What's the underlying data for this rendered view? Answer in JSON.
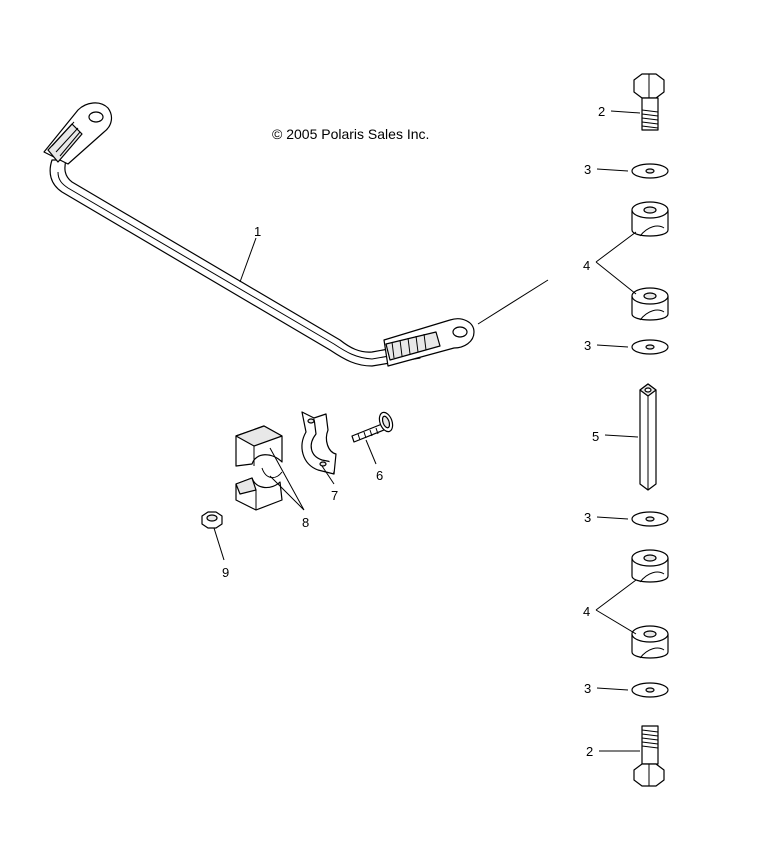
{
  "copyright": "© 2005 Polaris Sales Inc.",
  "callouts": {
    "c1": "1",
    "c2_top": "2",
    "c3_a": "3",
    "c4_top": "4",
    "c3_b": "3",
    "c5": "5",
    "c3_c": "3",
    "c4_bottom": "4",
    "c3_d": "3",
    "c2_bottom": "2",
    "c6": "6",
    "c7": "7",
    "c8": "8",
    "c9": "9"
  }
}
